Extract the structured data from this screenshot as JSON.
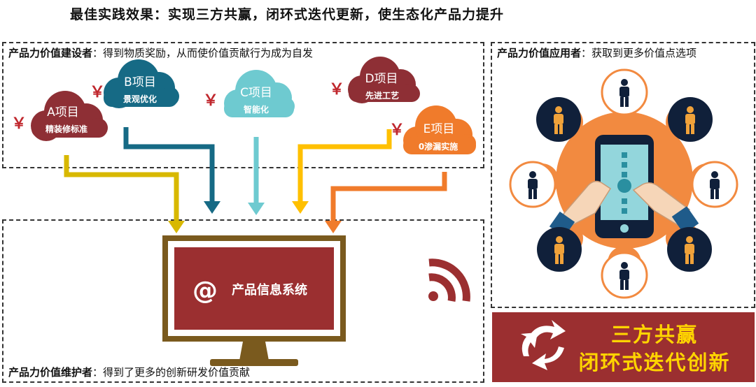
{
  "title": "最佳实践效果：实现三方共赢，闭环式迭代更新，使生态化产品力提升",
  "builders": {
    "label": "产品力价值建设者",
    "text": "：得到物质奖励，从而使价值贡献行为成为自发"
  },
  "users": {
    "label": "产品力价值应用者",
    "text": "：获取到更多价值点选项"
  },
  "maintainers": {
    "label": "产品力价值维护者",
    "text": "：得到了更多的创新研发价值贡献"
  },
  "currency_symbol": "￥",
  "projects": [
    {
      "name": "A项目",
      "desc": "精装修标准",
      "color": "#8e2f35"
    },
    {
      "name": "B项目",
      "desc": "景观优化",
      "color": "#166a85"
    },
    {
      "name": "C项目",
      "desc": "智能化",
      "color": "#6ecad0"
    },
    {
      "name": "D项目",
      "desc": "先进工艺",
      "color": "#8e2f35"
    },
    {
      "name": "E项目",
      "desc": "0渗漏实施",
      "color": "#f07b2b"
    }
  ],
  "arrow_colors": [
    "#d8b800",
    "#166a85",
    "#6ecad0",
    "#ffc000",
    "#f07b2b"
  ],
  "system": {
    "icon": "@",
    "label": "产品信息系统",
    "screen_color": "#9b2f30",
    "frame_color": "#7a5a1e"
  },
  "result": {
    "line1": "三方共赢",
    "line2": "闭环式迭代创新",
    "bg_color": "#9b2f30",
    "text_color": "#ffd400"
  },
  "icons": {
    "broadcast": "rss-icon",
    "cycle": "recycle-arrows-icon",
    "hub": "smartphone-touch-icon",
    "person": "person-icon"
  },
  "colors": {
    "orange": "#f28a40",
    "navy": "#10203a",
    "person_light": "#f0a23a",
    "person_dark": "#10203a"
  }
}
